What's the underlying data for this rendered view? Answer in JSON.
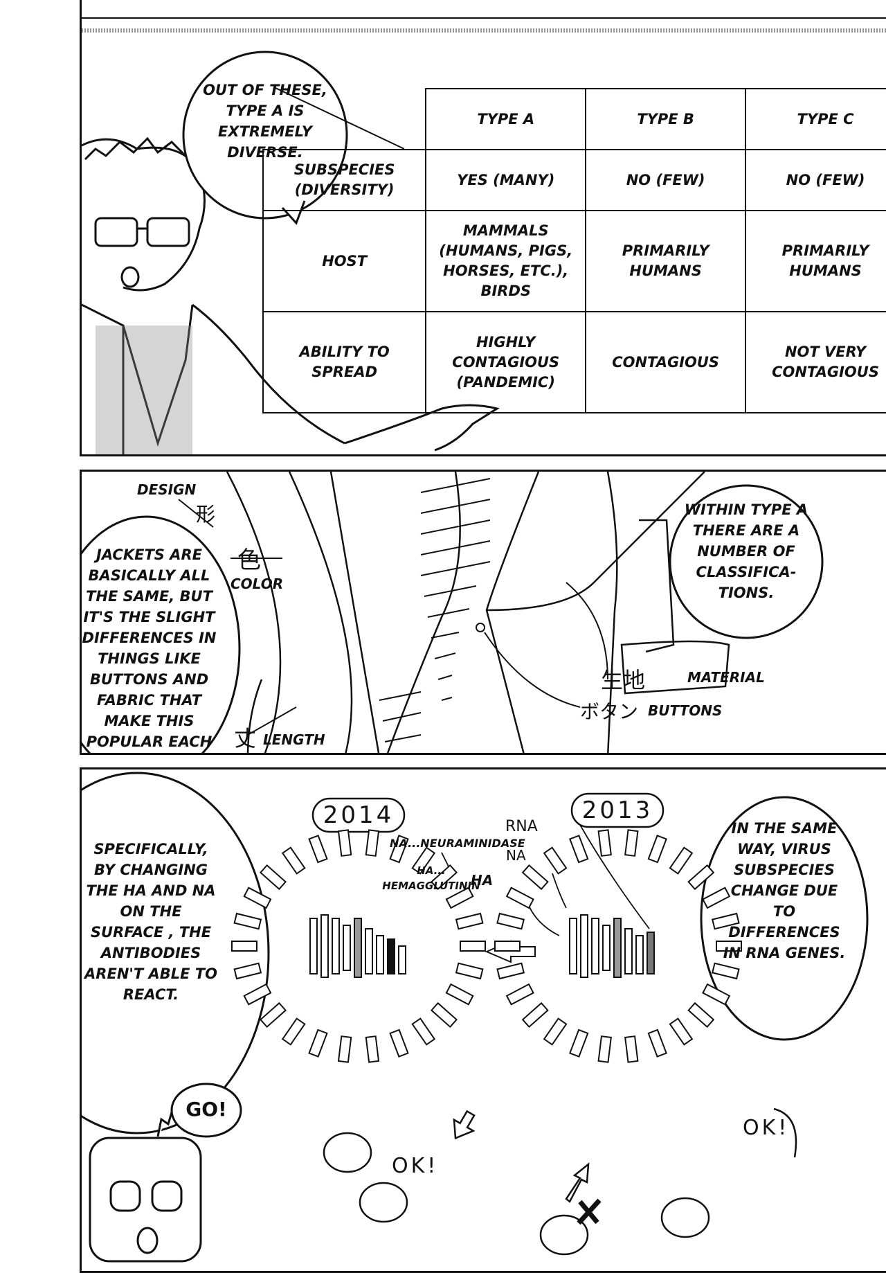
{
  "panel1": {
    "bubble": "OUT OF THESE, TYPE A IS EXTREMELY DIVERSE.",
    "table": {
      "headers": [
        "",
        "TYPE A",
        "TYPE B",
        "TYPE C"
      ],
      "rows": [
        [
          "SUBSPECIES (DIVERSITY)",
          "YES (MANY)",
          "NO (FEW)",
          "NO (FEW)"
        ],
        [
          "HOST",
          "MAMMALS (HUMANS, PIGS, HORSES, ETC.), BIRDS",
          "PRIMARILY HUMANS",
          "PRIMARILY HUMANS"
        ],
        [
          "ABILITY TO SPREAD",
          "HIGHLY CONTAGIOUS (PANDEMIC)",
          "CONTAGIOUS",
          "NOT VERY CONTAGIOUS"
        ]
      ]
    }
  },
  "panel2": {
    "bubble_left": "JACKETS ARE BASICALLY ALL THE SAME, BUT IT'S THE SLIGHT DIFFERENCES IN THINGS LIKE BUTTONS AND FABRIC THAT MAKE THIS POPULAR EACH YEAR.",
    "bubble_right": "WITHIN TYPE A THERE ARE A NUMBER OF CLASSIFICA-TIONS.",
    "labels": {
      "design_jp": "形",
      "design": "DESIGN",
      "color_jp": "色",
      "color": "COLOR",
      "length_jp": "丈",
      "length": "LENGTH",
      "material_jp": "生地",
      "material": "MATERIAL",
      "buttons_jp": "ボタン",
      "buttons": "BUTTONS"
    }
  },
  "panel3": {
    "bubble_left": "SPECIFICALLY, BY CHANGING THE HA AND NA ON THE SURFACE , THE ANTIBODIES AREN'T ABLE TO REACT.",
    "bubble_right": "IN THE SAME WAY, VIRUS SUBSPECIES CHANGE DUE TO DIFFERENCES IN RNA GENES.",
    "year_left": "2014",
    "year_right": "2013",
    "labels": {
      "na_def": "NA...NEURAMINIDASE",
      "ha_def": "HA... HEMAGGLUTININ",
      "rna": "RNA",
      "na": "NA",
      "ha": "HA"
    },
    "go": "GO!",
    "ok_left": "OK!",
    "ok_right": "OK!"
  }
}
